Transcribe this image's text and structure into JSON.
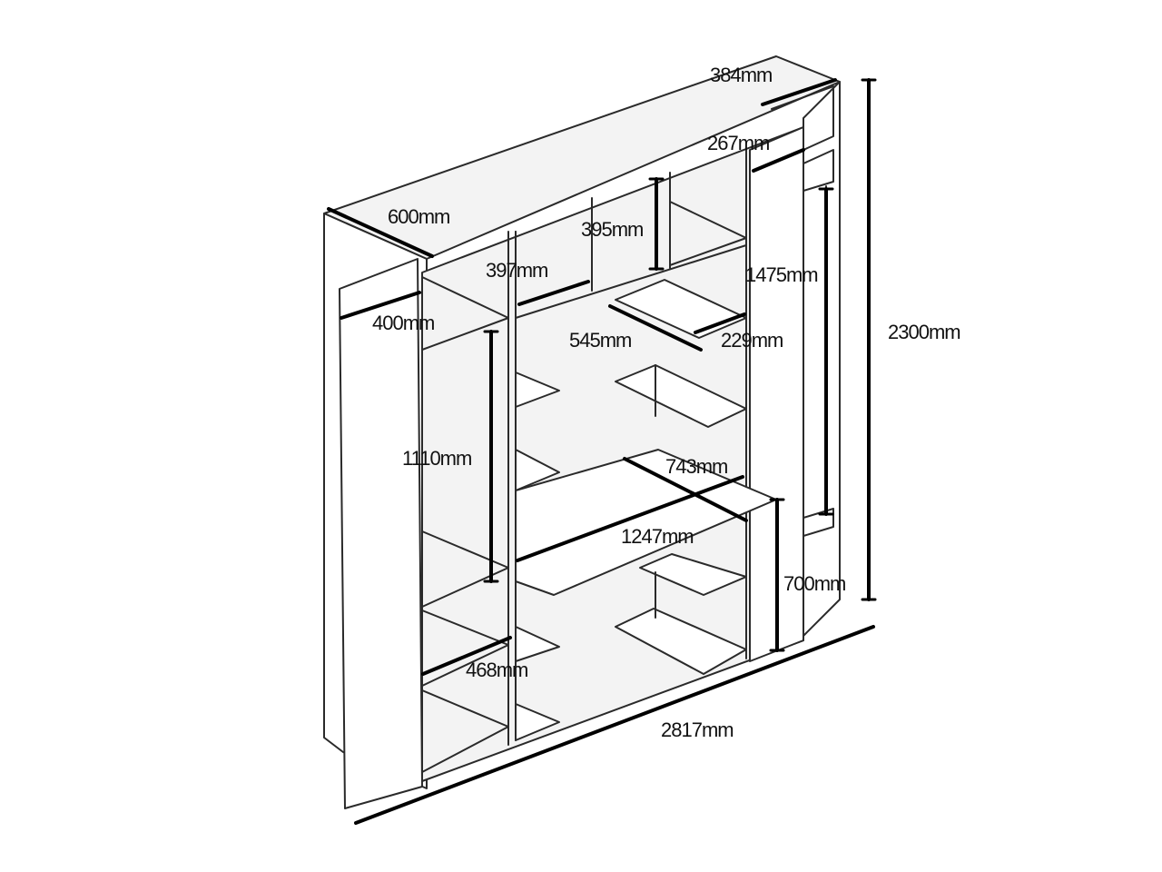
{
  "diagram": {
    "labels": {
      "d384": "384mm",
      "d267": "267mm",
      "d600": "600mm",
      "d395": "395mm",
      "d397": "397mm",
      "d1475": "1475mm",
      "d400": "400mm",
      "d545": "545mm",
      "d229": "229mm",
      "d2300": "2300mm",
      "d1110": "1110mm",
      "d743": "743mm",
      "d1247": "1247mm",
      "d700": "700mm",
      "d468": "468mm",
      "d2817": "2817mm"
    }
  }
}
